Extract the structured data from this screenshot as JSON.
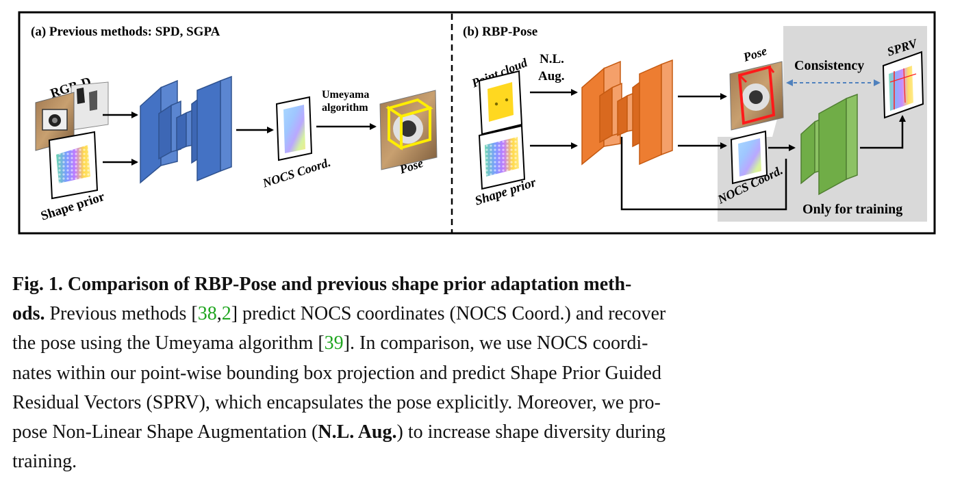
{
  "figure": {
    "panel_a": {
      "title": "(a)  Previous methods: SPD, SGPA",
      "rgbd_label": "RGB-D",
      "shape_prior_label": "Shape prior",
      "nocs_label": "NOCS Coord.",
      "umeyama_line1": "Umeyama",
      "umeyama_line2": "algorithm",
      "pose_label": "Pose"
    },
    "panel_b": {
      "title": "(b)  RBP-Pose",
      "point_cloud_label": "Point cloud",
      "nl_line1": "N.L.",
      "nl_line2": "Aug.",
      "shape_prior_label": "Shape prior",
      "pose_label": "Pose",
      "consistency_label": "Consistency",
      "sprv_label": "SPRV",
      "nocs_label": "NOCS Coord.",
      "training_label": "Only for training"
    },
    "colors": {
      "blue_net": "#4472c4",
      "orange_net": "#ed7d31",
      "green_net": "#70ad47",
      "training_bg": "#d9d9d9",
      "pose_box_a": "#ffee00",
      "pose_box_b": "#ff1a1a",
      "consistency_arrow": "#4f81bd"
    }
  },
  "caption": {
    "l1_bold": "Fig. 1. Comparison of RBP-Pose and previous shape prior adaptation meth-",
    "l2_bold": "ods.",
    "l2_a": " Previous methods [",
    "c38": "38",
    "comma": ",",
    "c2": "2",
    "l2_b": "] predict NOCS coordinates (NOCS Coord.) and recover",
    "l3_a": "the pose using the Umeyama algorithm [",
    "c39": "39",
    "l3_b": "]. In comparison, we use NOCS coordi-",
    "l4": "nates within our point-wise bounding box projection and predict Shape Prior Guided",
    "l5": "Residual Vectors (SPRV), which encapsulates the pose explicitly. Moreover, we pro-",
    "l6_a": "pose Non-Linear Shape Augmentation (",
    "l6_bold": "N.L. Aug.",
    "l6_b": ") to increase shape diversity during",
    "l7": "training."
  }
}
